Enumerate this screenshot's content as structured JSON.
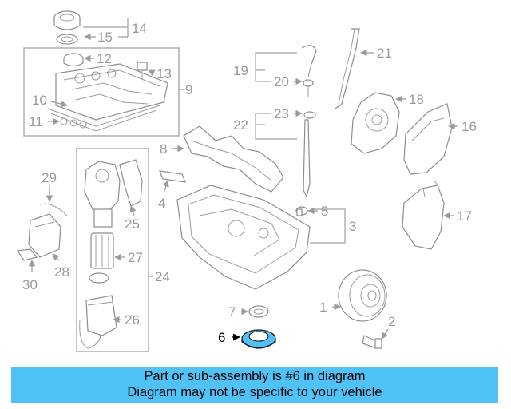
{
  "diagram": {
    "labels": [
      "1",
      "2",
      "3",
      "4",
      "5",
      "6",
      "7",
      "8",
      "9",
      "10",
      "11",
      "12",
      "13",
      "14",
      "15",
      "16",
      "17",
      "18",
      "19",
      "20",
      "21",
      "22",
      "23",
      "24",
      "25",
      "26",
      "27",
      "28",
      "29",
      "30"
    ],
    "highlighted_part": "6",
    "colors": {
      "highlight_fill": "#4fc3f7",
      "line": "#8d8d8d",
      "label": "#9a9a9a"
    }
  },
  "banner": {
    "line1": "Part or sub-assembly is #6 in diagram",
    "line2": "Diagram may not be specific to your vehicle",
    "color": "#4fc3f7"
  }
}
